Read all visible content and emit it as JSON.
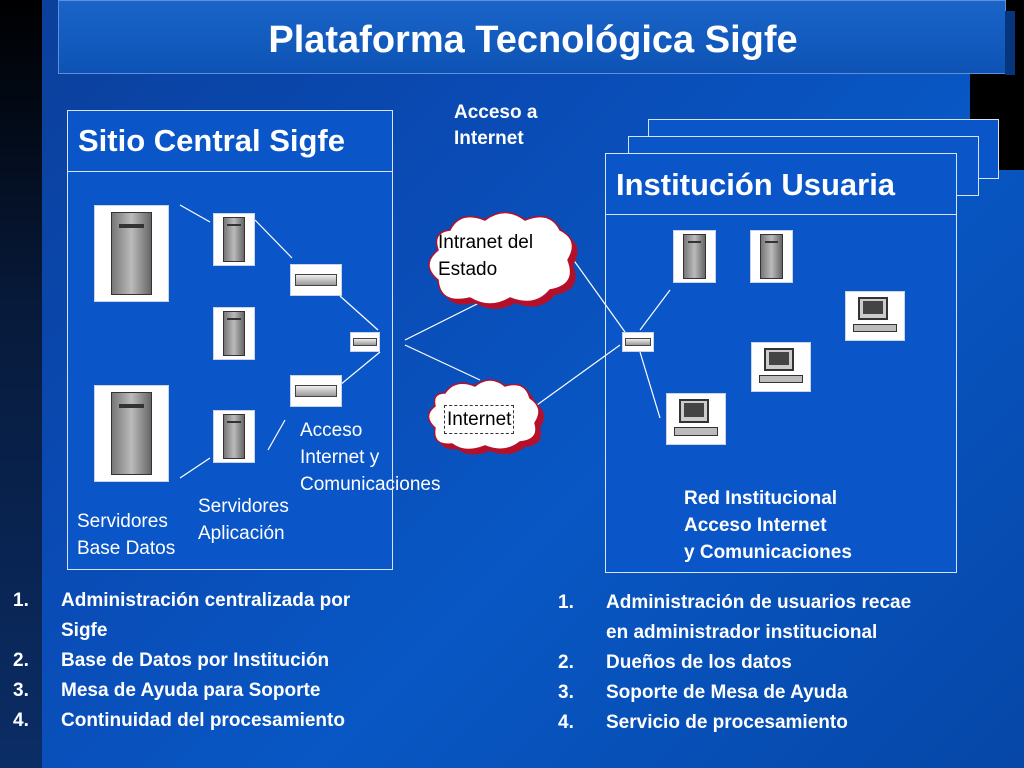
{
  "title": "Plataforma Tecnológica Sigfe",
  "central": {
    "title": "Sitio Central Sigfe",
    "db_label_1": "Servidores",
    "db_label_2": "Base Datos",
    "app_label_1": "Servidores",
    "app_label_2": "Aplicación",
    "access_label_1": "Acceso",
    "access_label_2": "Internet y",
    "access_label_3": "Comunicaciones"
  },
  "internet_access": {
    "line1": "Acceso a",
    "line2": "Internet"
  },
  "clouds": {
    "intranet_1": "Intranet del",
    "intranet_2": "Estado",
    "internet": "Internet"
  },
  "user_inst": {
    "title": "Institución Usuaria",
    "net_label_1": "Red Institucional",
    "net_label_2": "Acceso Internet",
    "net_label_3": "y Comunicaciones"
  },
  "left_list": [
    {
      "num": "1.",
      "text": "Administración centralizada por",
      "cont": "Sigfe"
    },
    {
      "num": "2.",
      "text": "Base de Datos por Institución"
    },
    {
      "num": "3.",
      "text": "Mesa de Ayuda para Soporte"
    },
    {
      "num": "4.",
      "text": "Continuidad del procesamiento"
    }
  ],
  "right_list": [
    {
      "num": "1.",
      "text": "Administración de usuarios recae",
      "cont": "en administrador institucional"
    },
    {
      "num": "2.",
      "text": "Dueños de los datos"
    },
    {
      "num": "3.",
      "text": "Soporte de Mesa de Ayuda"
    },
    {
      "num": "4.",
      "text": "Servicio de procesamiento"
    }
  ],
  "icons": {
    "db_server": "tower-server-icon",
    "app_server": "server-icon",
    "router": "router-icon",
    "switch": "hub-icon",
    "workstation": "computer-icon"
  }
}
